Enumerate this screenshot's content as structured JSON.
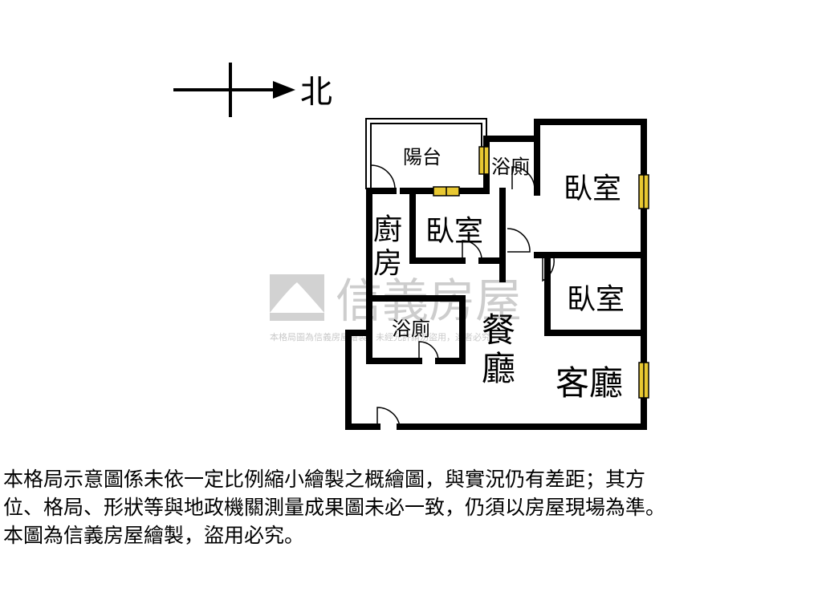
{
  "compass": {
    "north_label": "北"
  },
  "rooms": {
    "balcony": "陽台",
    "bath_top": "浴廁",
    "bedroom_master": "臥室",
    "kitchen_char1": "廚",
    "kitchen_char2": "房",
    "bedroom_small": "臥室",
    "bedroom_right": "臥室",
    "bath_left": "浴廁",
    "dining_char1": "餐",
    "dining_char2": "廳",
    "living": "客廳"
  },
  "watermark": {
    "brand": "信義房屋",
    "caption": "本格局圖為信義房屋繪製，未經允許請勿盜用，違者必究"
  },
  "disclaimer": {
    "line1": "本格局示意圖係未依一定比例縮小繪製之概繪圖，與實況仍有差距；其方",
    "line2": "位、格局、形狀等與地政機關測量成果圖未必一致，仍須以房屋現場為準。",
    "line3": "本圖為信義房屋繪製，盜用必究。"
  },
  "colors": {
    "wall": "#000000",
    "window": "#e8c832",
    "watermark": "#b8b8b8"
  }
}
